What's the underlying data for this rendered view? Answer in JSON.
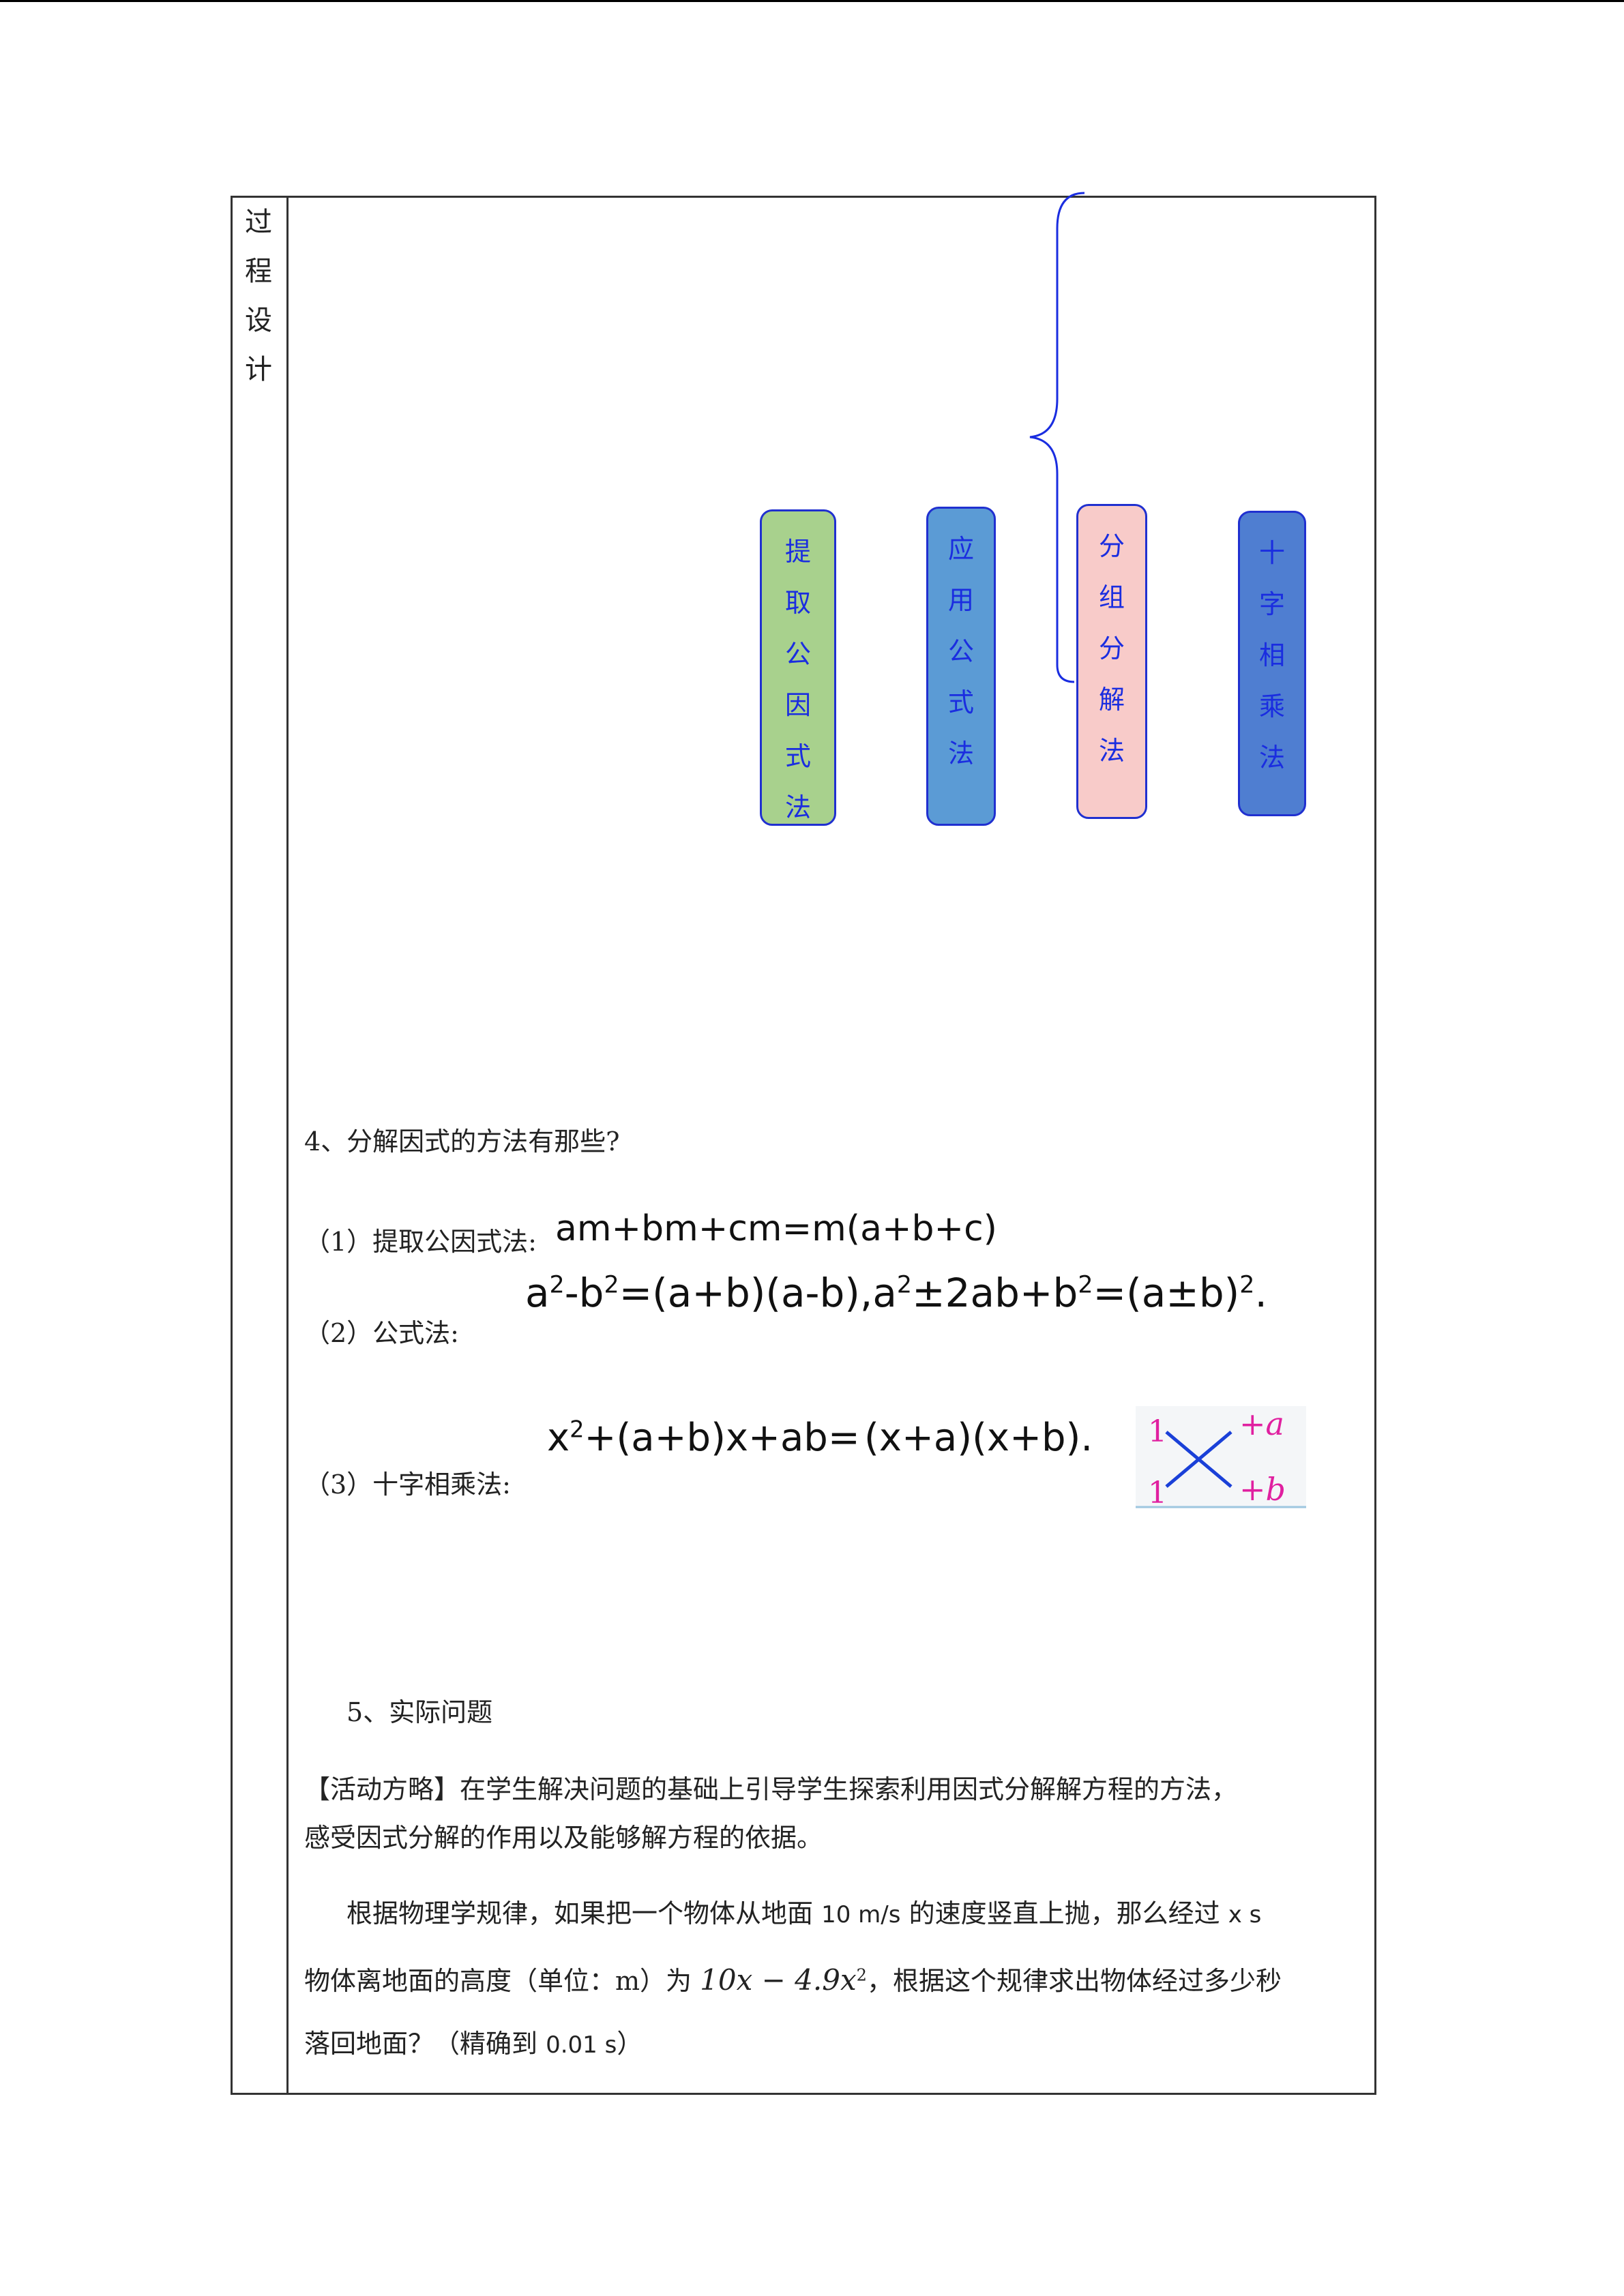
{
  "side_label": [
    "过",
    "程",
    "设",
    "计"
  ],
  "method_boxes": {
    "box1": [
      "提",
      "取",
      "公",
      "因",
      "式",
      "法"
    ],
    "box2": [
      "应",
      "用",
      "公",
      "式",
      "法"
    ],
    "box3": [
      "分",
      "组",
      "分",
      "解",
      "法"
    ],
    "box4": [
      "十",
      "字",
      "相",
      "乘",
      "法"
    ]
  },
  "colors": {
    "box1_fill": "#a8d18d",
    "box2_fill": "#5b9bd5",
    "box3_fill": "#f8cbc9",
    "box4_fill": "#4f7ed1",
    "box_text": "#1a2de0",
    "brace": "#1a2de0",
    "cross_letters": "#e020a0",
    "cross_lines": "#1a40d8"
  },
  "q4": {
    "title": "4、分解因式的方法有那些?",
    "item1_label": "（1）提取公因式法:",
    "item1_formula": "am+bm+cm=m(a+b+c)",
    "item2_label": "（2）公式法:",
    "item3_label": "（3）十字相乘法:"
  },
  "formula2": {
    "a1": "a",
    "e1": "2",
    "b1": "-b",
    "e2": "2",
    "mid": "=(a+b)(a-b),a",
    "e3": "2",
    "mid2": "±2ab+b",
    "e4": "2",
    "end": "=(a±b)",
    "e5": "2",
    "dot": "."
  },
  "formula3": {
    "left_a": "x",
    "left_e": "2",
    "left_b": "+(a+b)x+ab=",
    "right": "(x+a)(x+b)."
  },
  "cross_diagram": {
    "top_left": "1",
    "bottom_left": "1",
    "top_right": "+a",
    "bottom_right": "+b"
  },
  "q5": {
    "title": "5、实际问题",
    "strategy_line1": "【活动方略】在学生解决问题的基础上引导学生探索利用因式分解解方程的方法，",
    "strategy_line2": "感受因式分解的作用以及能够解方程的依据。",
    "problem_line1_a": "根据物理学规律，如果把一个物体从地面",
    "problem_speed": "10 m/s",
    "problem_line1_b": "的速度竖直上抛，那么经过",
    "problem_time": "x s",
    "problem_line2_a": "物体离地面的高度（单位：m）为",
    "problem_expr_a": "10x − 4.9x",
    "problem_expr_e": "2",
    "problem_line2_b": "，根据这个规律求出物体经过多少秒",
    "problem_line3_a": "落回地面？（精确到",
    "problem_precision": "0.01 s",
    "problem_line3_b": "）"
  }
}
